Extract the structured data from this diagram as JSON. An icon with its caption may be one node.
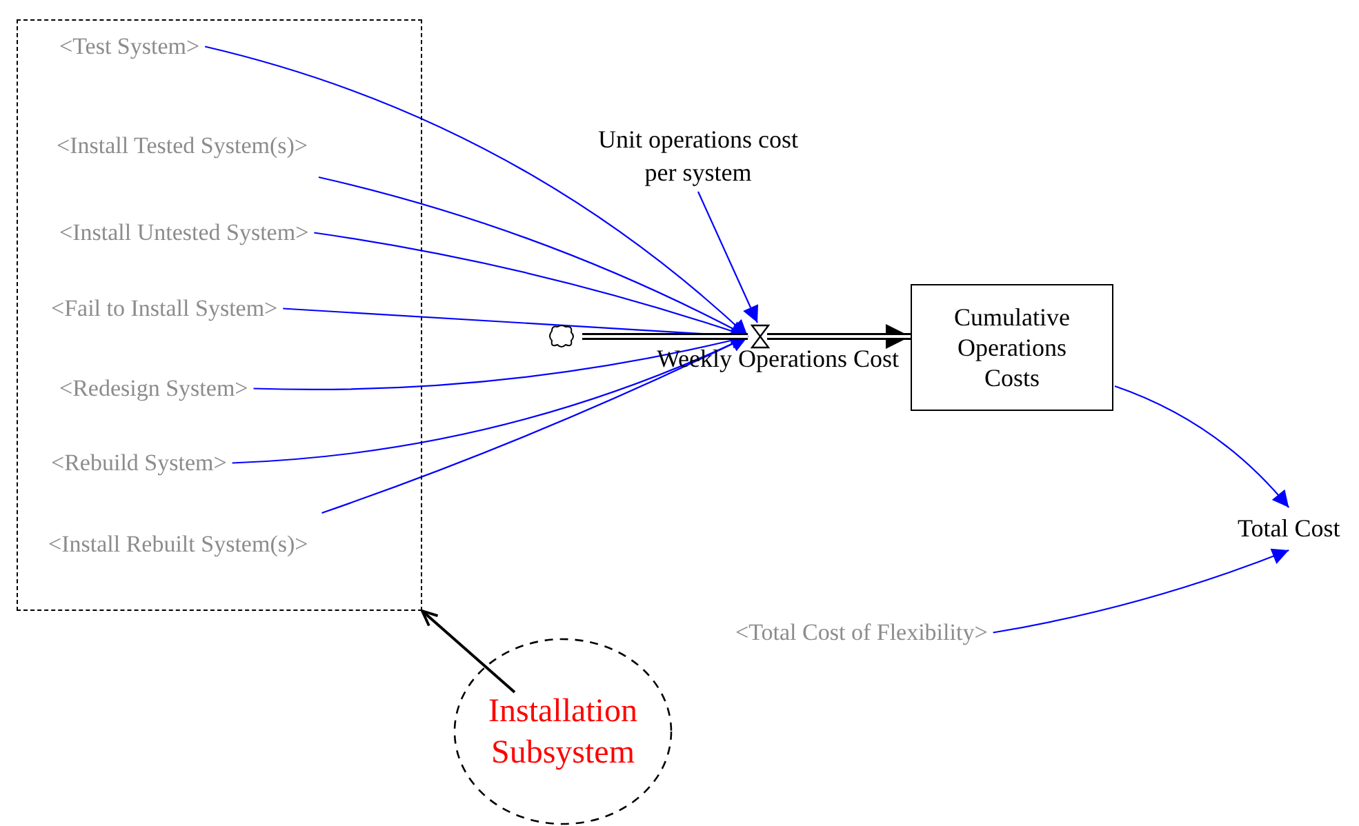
{
  "diagram": {
    "nodes": [
      {
        "text": [],
        "shape": "box"
      },
      {
        "text": [
          "<Test System>"
        ],
        "in": 0
      },
      {
        "text": [
          "<Install Tested System(s)>"
        ],
        "in": 0
      },
      {
        "text": [
          "<Install Untested System>"
        ],
        "in": 0
      },
      {
        "text": [
          "<Fail to Install System>"
        ],
        "in": 0
      },
      {
        "text": [
          "<Redesign System>"
        ],
        "in": 0
      },
      {
        "text": [
          "<Rebuild System>"
        ],
        "in": 0
      },
      {
        "text": [
          "<Install Rebuilt System(s)>"
        ],
        "in": 0
      },
      {
        "text": [
          "Unit operations cost per system"
        ]
      },
      {
        "text": [
          "Weekly Operations Cost"
        ]
      },
      {
        "text": [],
        "shape": "cloud"
      },
      {
        "text": [
          "Cumulative Operations Costs"
        ]
      },
      {
        "text": [
          "Total Cost"
        ]
      },
      {
        "text": [
          "<Total Cost of Flexibility>"
        ]
      },
      {
        "text": [
          "Installation Subsystem"
        ]
      }
    ],
    "edges": [
      {
        "from": 1,
        "to": 9,
        "arrow": "to"
      },
      {
        "from": 2,
        "to": 9,
        "arrow": "to"
      },
      {
        "from": 3,
        "to": 9,
        "arrow": "to"
      },
      {
        "from": 4,
        "to": 9,
        "arrow": "to"
      },
      {
        "from": 5,
        "to": 9,
        "arrow": "to"
      },
      {
        "from": 6,
        "to": 9,
        "arrow": "to"
      },
      {
        "from": 7,
        "to": 9,
        "arrow": "to"
      },
      {
        "from": 8,
        "to": 9,
        "arrow": "to"
      },
      {
        "from": 10,
        "to": 9,
        "arrow": "none",
        "style": "thick",
        "color": "#000000"
      },
      {
        "from": 9,
        "to": 11,
        "arrow": "to",
        "style": "thick",
        "color": "#000000"
      },
      {
        "from": 11,
        "to": 12,
        "arrow": "to"
      },
      {
        "from": 13,
        "to": 12,
        "arrow": "to"
      },
      {
        "from": 14,
        "to": 0,
        "arrow": "to",
        "color": "#000000"
      }
    ]
  }
}
